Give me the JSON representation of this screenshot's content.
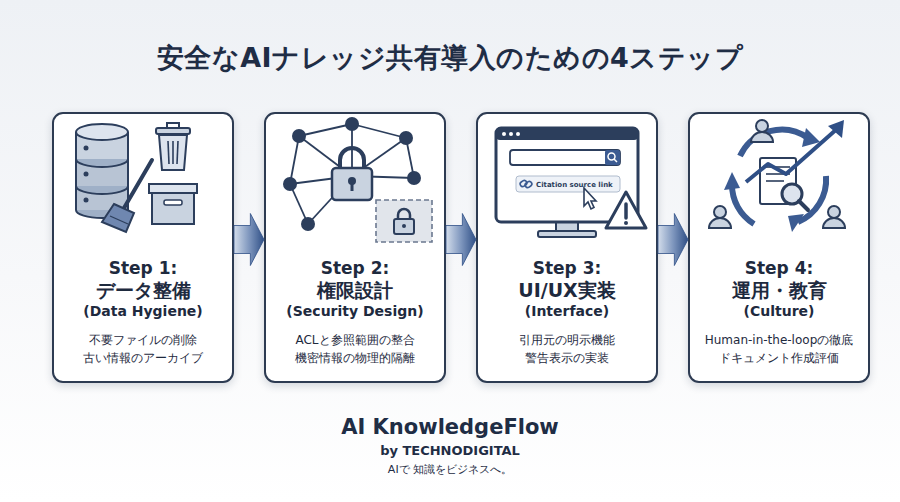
{
  "diagram": {
    "title": "安全なAIナレッジ共有導入のための4ステップ",
    "nodes": [
      {
        "text": [
          "Step 1:",
          "データ整備",
          "(Data Hygiene)",
          "不要ファイルの削除",
          "古い情報のアーカイブ"
        ]
      },
      {
        "text": [
          "Step 2:",
          "権限設計",
          "(Security Design)",
          "ACLと参照範囲の整合",
          "機密情報の物理的隔離"
        ]
      },
      {
        "text": [
          "Step 3:",
          "UI/UX実装",
          "(Interface)",
          "引用元の明示機能",
          "警告表示の実装"
        ]
      },
      {
        "text": [
          "Step 4:",
          "運用・教育",
          "(Culture)",
          "Human-in-the-loopの徹底",
          "ドキュメント作成評価"
        ]
      }
    ],
    "edges": [
      {
        "from": 0,
        "to": 1,
        "arrow": "to"
      },
      {
        "from": 1,
        "to": 2,
        "arrow": "to"
      },
      {
        "from": 2,
        "to": 3,
        "arrow": "to"
      }
    ],
    "labels": [
      "Citation source link",
      "AI KnowledgeFlow",
      "by TECHNODIGITAL",
      "AIで 知識をビジネスへ。"
    ]
  }
}
